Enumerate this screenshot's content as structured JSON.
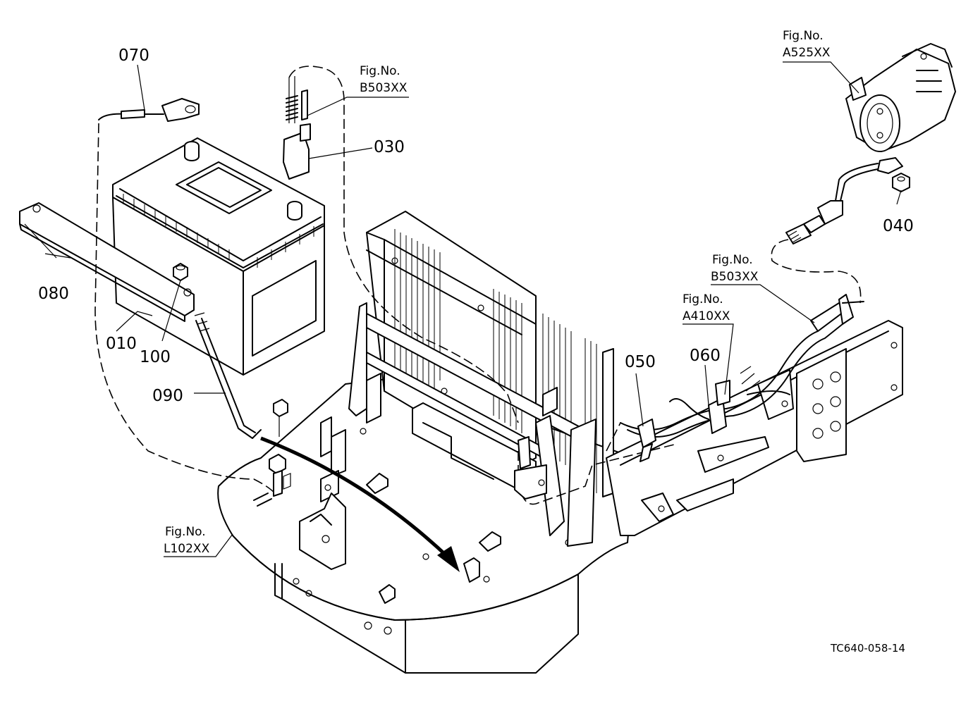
{
  "parts": [
    {
      "part_no": "010",
      "part": "battery"
    },
    {
      "part_no": "030",
      "part": "battery-positive-cable"
    },
    {
      "part_no": "040",
      "part": "starter-nut"
    },
    {
      "part_no": "050",
      "part": "cable-clamp"
    },
    {
      "part_no": "060",
      "part": "cable-clamp"
    },
    {
      "part_no": "070",
      "part": "battery-negative-cable"
    },
    {
      "part_no": "080",
      "part": "battery-hold-down-bar"
    },
    {
      "part_no": "090",
      "part": "battery-hold-down-rod"
    },
    {
      "part_no": "100",
      "part": "flange-nut"
    }
  ],
  "fig_refs": [
    {
      "line1": "Fig.No.",
      "line2": "B503XX"
    },
    {
      "line1": "Fig.No.",
      "line2": "A525XX"
    },
    {
      "line1": "Fig.No.",
      "line2": "B503XX"
    },
    {
      "line1": "Fig.No.",
      "line2": "A410XX"
    },
    {
      "line1": "Fig.No.",
      "line2": "L102XX"
    }
  ],
  "drawing_code": "TC640-058-14",
  "colors": {
    "ink": "#000000",
    "paper": "#ffffff"
  }
}
